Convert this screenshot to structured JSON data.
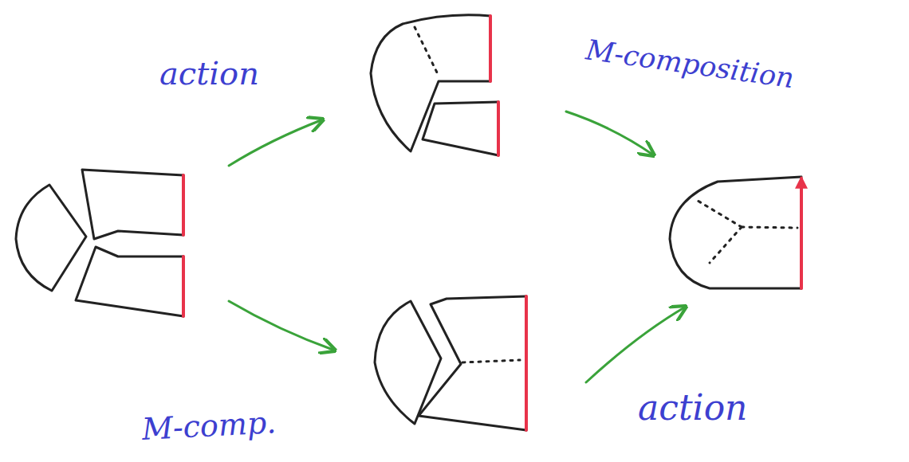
{
  "diagram": {
    "labels": [
      "action",
      "M-composition",
      "M-comp.",
      "action"
    ]
  }
}
